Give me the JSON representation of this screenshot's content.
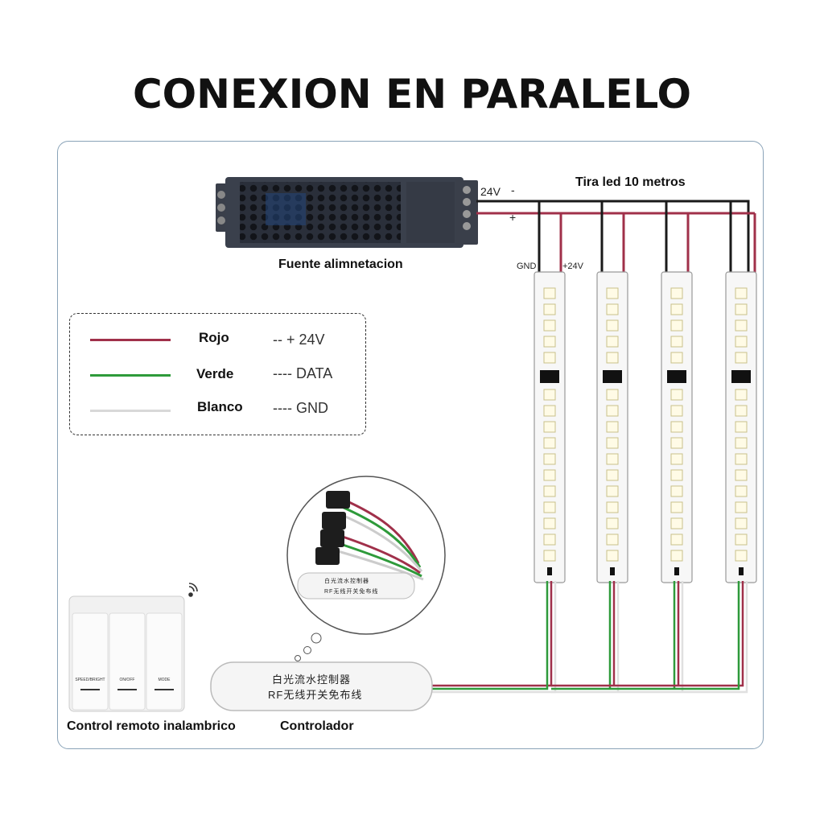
{
  "title": "CONEXION EN PARALELO",
  "power_supply": {
    "label": "Fuente alimnetacion",
    "output_voltage": "24V",
    "minus": "-",
    "plus": "+"
  },
  "strip_label": "Tira led 10 metros",
  "strip_pins": {
    "gnd": "GND",
    "v24": "+24V"
  },
  "legend": {
    "items": [
      {
        "name": "Rojo",
        "value": "-- + 24V",
        "color": "#a0304a"
      },
      {
        "name": "Verde",
        "value": "---- DATA",
        "color": "#2e9a3a"
      },
      {
        "name": "Blanco",
        "value": "---- GND",
        "color": "#d8d8d8"
      }
    ]
  },
  "remote": {
    "label": "Control remoto inalambrico",
    "buttons": [
      "SPEED/BRIGHT",
      "ON/OFF",
      "MODE"
    ]
  },
  "controller": {
    "label": "Controlador",
    "line1": "白光流水控制器",
    "line2": "RF无线开关免布线"
  },
  "colors": {
    "red_wire": "#a0304a",
    "black_wire": "#1a1a1a",
    "green_wire": "#2e9a3a",
    "frame": "#8aa3b8"
  }
}
